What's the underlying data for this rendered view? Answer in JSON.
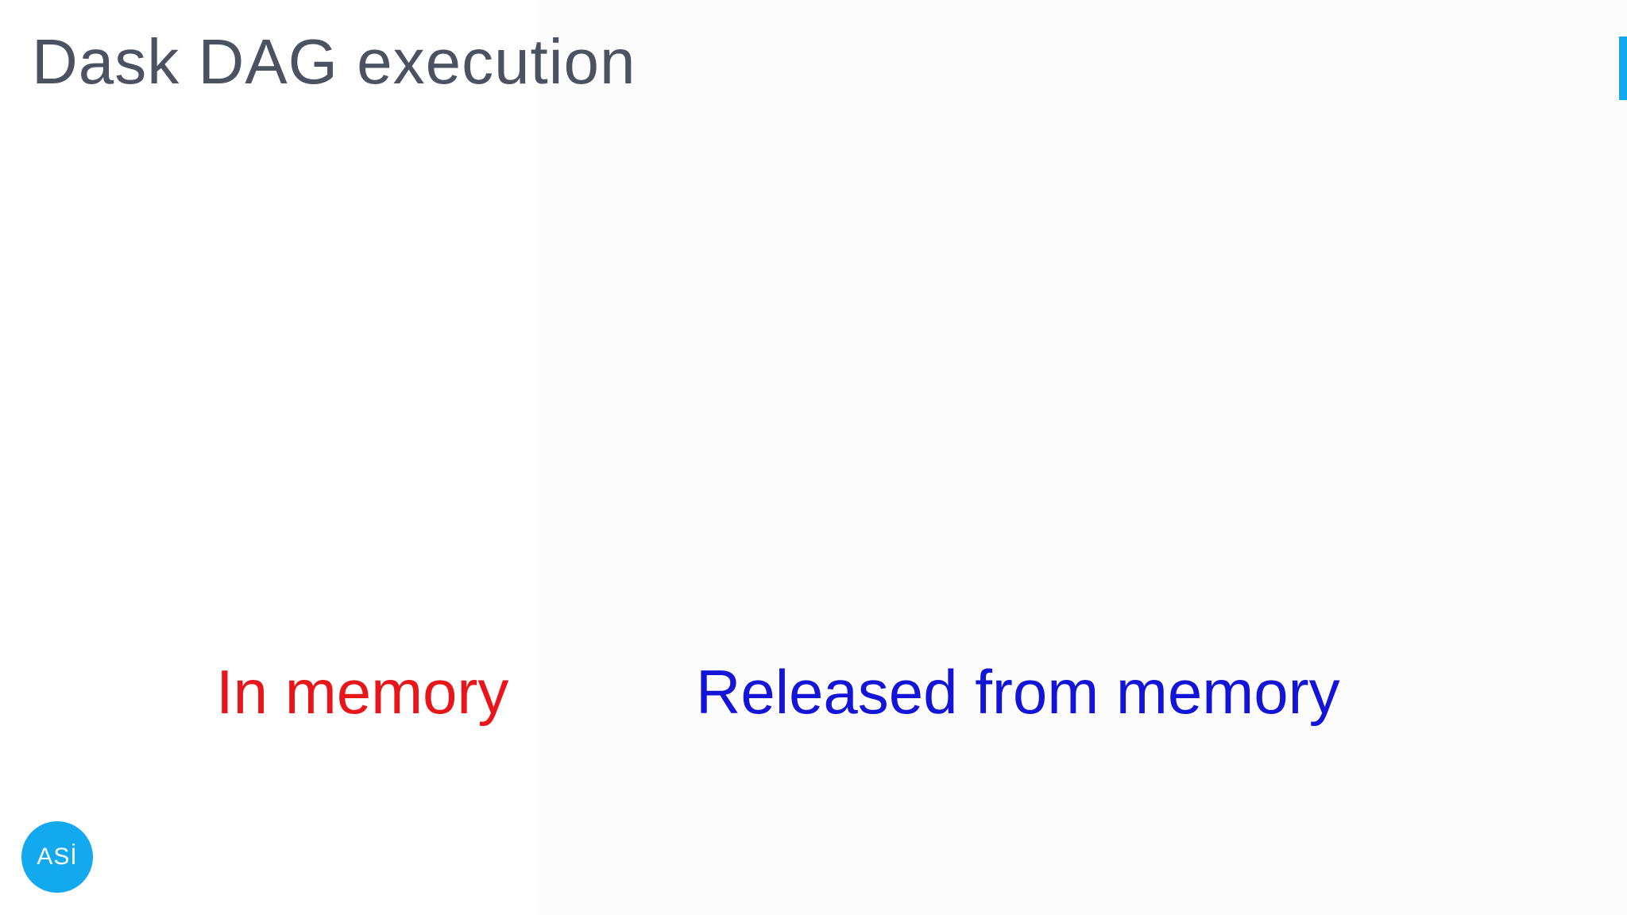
{
  "slide": {
    "title": "Dask DAG execution"
  },
  "legend": {
    "in_memory": {
      "label": "In memory",
      "color": "#e8161b"
    },
    "released": {
      "label": "Released from memory",
      "color": "#1414d8"
    }
  },
  "logo": {
    "text": "ASİ",
    "color": "#12a9ef"
  },
  "accent": {
    "color": "#12a9ef"
  }
}
